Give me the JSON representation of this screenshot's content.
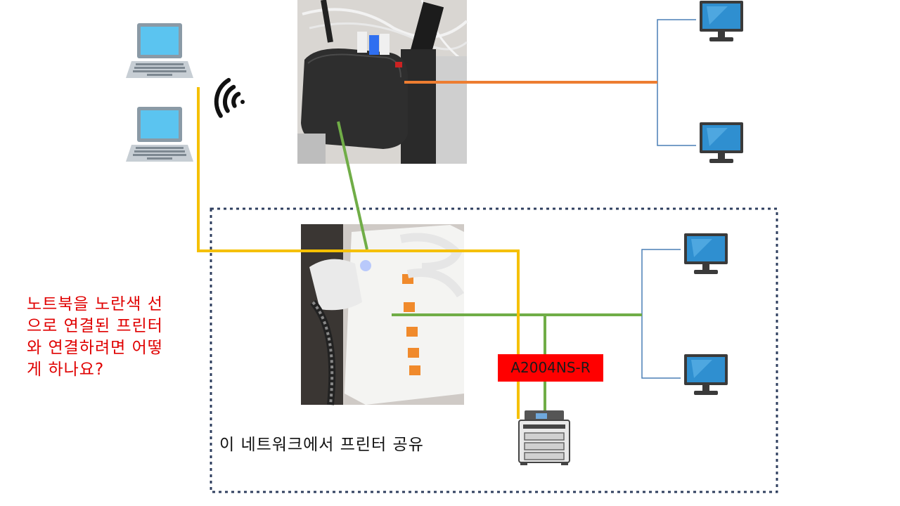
{
  "question": "노트북을 노란색 선\n으로 연결된 프린터\n와 연결하려면 어떻\n게 하나요?",
  "switch_model": "A2004NS-R",
  "network_note": "이 네트워크에서 프린터 공유",
  "colors": {
    "yellow_cable": "#f5c000",
    "green_cable": "#70ad47",
    "orange_cable": "#ed7d31",
    "bracket_line": "#4a7fb5",
    "dotted_border": "#2f3f5f",
    "question_text": "#e00000",
    "label_background": "#ff0000"
  },
  "icons": [
    "laptop-icon",
    "wifi-icon",
    "desktop-monitor-icon",
    "printer-icon",
    "router-photo",
    "switch-photo"
  ]
}
